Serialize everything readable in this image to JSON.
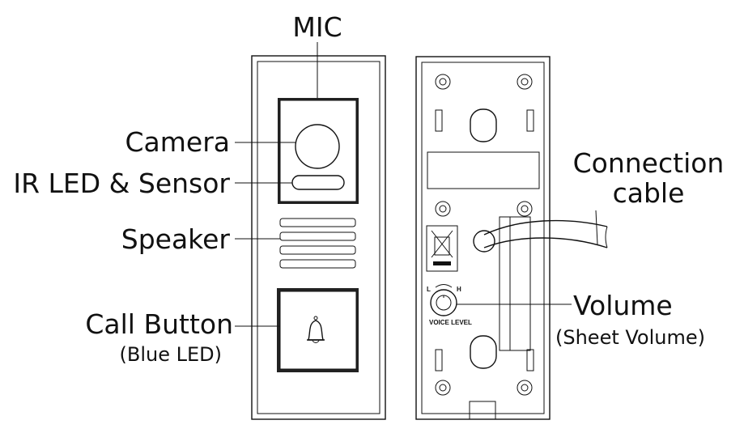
{
  "labels": {
    "mic": "MIC",
    "camera": "Camera",
    "ir_led": "IR LED & Sensor",
    "speaker": "Speaker",
    "call_button": "Call Button",
    "call_button_sub": "(Blue LED)",
    "connection_line1": "Connection",
    "connection_line2": "cable",
    "volume": "Volume",
    "volume_sub": "(Sheet Volume)"
  },
  "back_panel": {
    "volume_low": "L",
    "volume_high": "H",
    "voice_level": "VOICE LEVEL"
  }
}
